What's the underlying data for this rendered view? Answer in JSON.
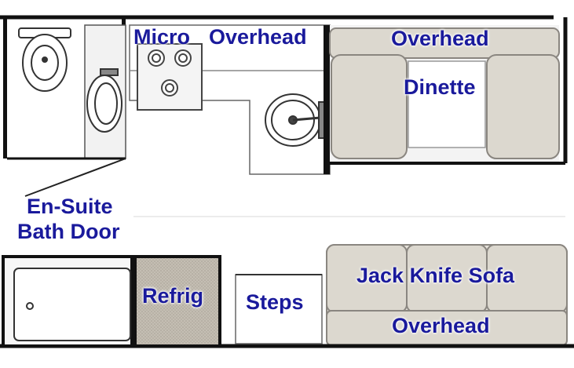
{
  "labels": {
    "micro": "Micro",
    "overhead_galley": "Overhead",
    "overhead_dinette": "Overhead",
    "dinette": "Dinette",
    "ensuite_line1": "En-Suite",
    "ensuite_line2": "Bath Door",
    "refrig": "Refrig",
    "steps": "Steps",
    "jack_knife_sofa": "Jack Knife Sofa",
    "overhead_sofa": "Overhead"
  },
  "colors": {
    "label": "#1a1a9c",
    "wall": "#111111",
    "cushion": "#dcd8cf",
    "cushion_edge": "#8a8680",
    "refrig": "#bdb6ab",
    "fixture": "#555555"
  }
}
